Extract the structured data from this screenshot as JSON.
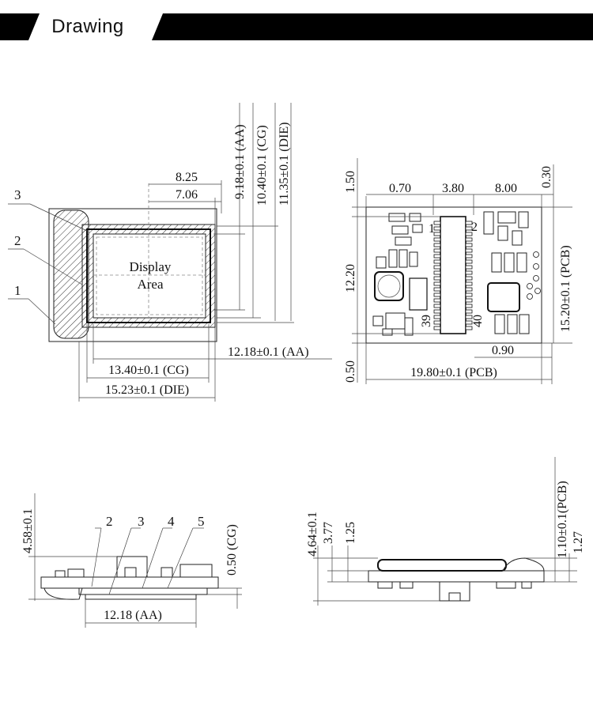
{
  "header": {
    "tab_label": "Drawing"
  },
  "top_left": {
    "display_text": [
      "Display",
      "Area"
    ],
    "callouts": [
      "3",
      "2",
      "1"
    ],
    "dim_top_h": [
      "8.25",
      "7.06"
    ],
    "dim_top_v": [
      "9.18±0.1 (AA)",
      "10.40±0.1 (CG)",
      "11.35±0.1 (DIE)"
    ],
    "dim_bottom": [
      "12.18±0.1 (AA)",
      "13.40±0.1 (CG)",
      "15.23±0.1 (DIE)"
    ]
  },
  "top_right": {
    "dim_top": [
      "0.70",
      "3.80",
      "8.00",
      "0.30"
    ],
    "dim_left": [
      "1.50",
      "12.20",
      "0.50"
    ],
    "dim_right": "15.20±0.1 (PCB)",
    "dim_bottom": [
      "0.90",
      "19.80±0.1 (PCB)"
    ],
    "pins": [
      "1",
      "2",
      "39",
      "40"
    ]
  },
  "bottom_left": {
    "callouts": [
      "2",
      "3",
      "4",
      "5"
    ],
    "dim_left": "4.58±0.1",
    "dim_right": "0.50 (CG)",
    "dim_bottom": "12.18 (AA)"
  },
  "bottom_right": {
    "dim_left": [
      "4.64±0.1",
      "3.77",
      "1.25"
    ],
    "dim_right": [
      "1.10±0.1(PCB)",
      "1.27"
    ]
  }
}
